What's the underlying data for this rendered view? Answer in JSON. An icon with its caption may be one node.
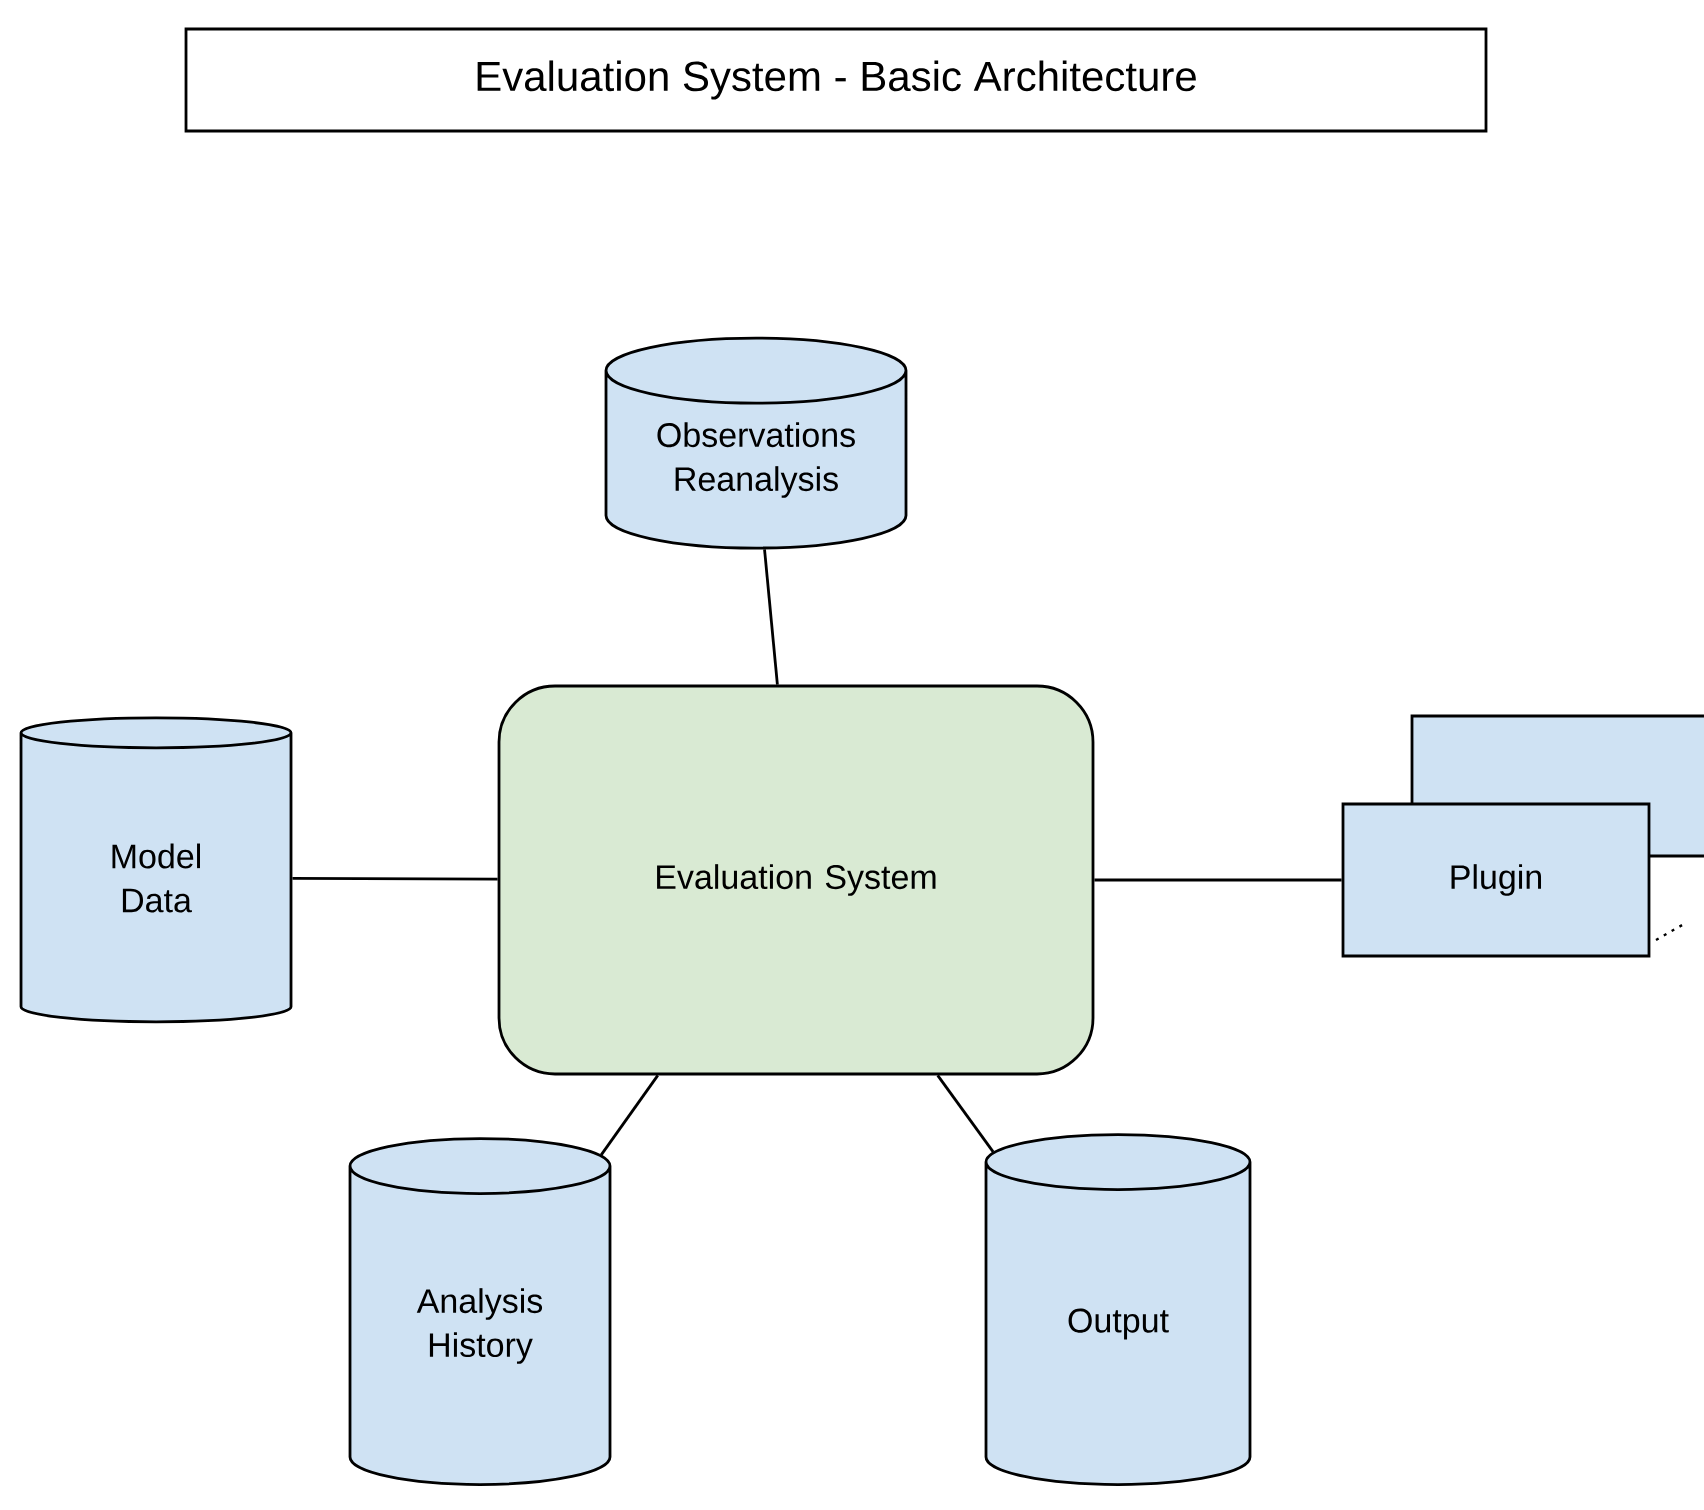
{
  "diagram": {
    "title": "Evaluation System - Basic Architecture",
    "nodes": [
      {
        "text": [
          "Observations Reanalysis"
        ]
      },
      {
        "text": [
          "Model Data"
        ]
      },
      {
        "text": [
          "Evaluation System"
        ]
      },
      {
        "text": [],
        "shape": "box"
      },
      {
        "text": [
          "Plugin"
        ]
      },
      {
        "text": [
          "Analysis History"
        ]
      },
      {
        "text": [
          "Output"
        ]
      }
    ],
    "edges": [
      {
        "from": 0,
        "to": 2,
        "arrow": "none"
      },
      {
        "from": 1,
        "to": 2,
        "arrow": "none"
      },
      {
        "from": 2,
        "to": 4,
        "arrow": "none"
      },
      {
        "from": 2,
        "to": 5,
        "arrow": "none"
      },
      {
        "from": 2,
        "to": 6,
        "arrow": "none"
      }
    ]
  }
}
